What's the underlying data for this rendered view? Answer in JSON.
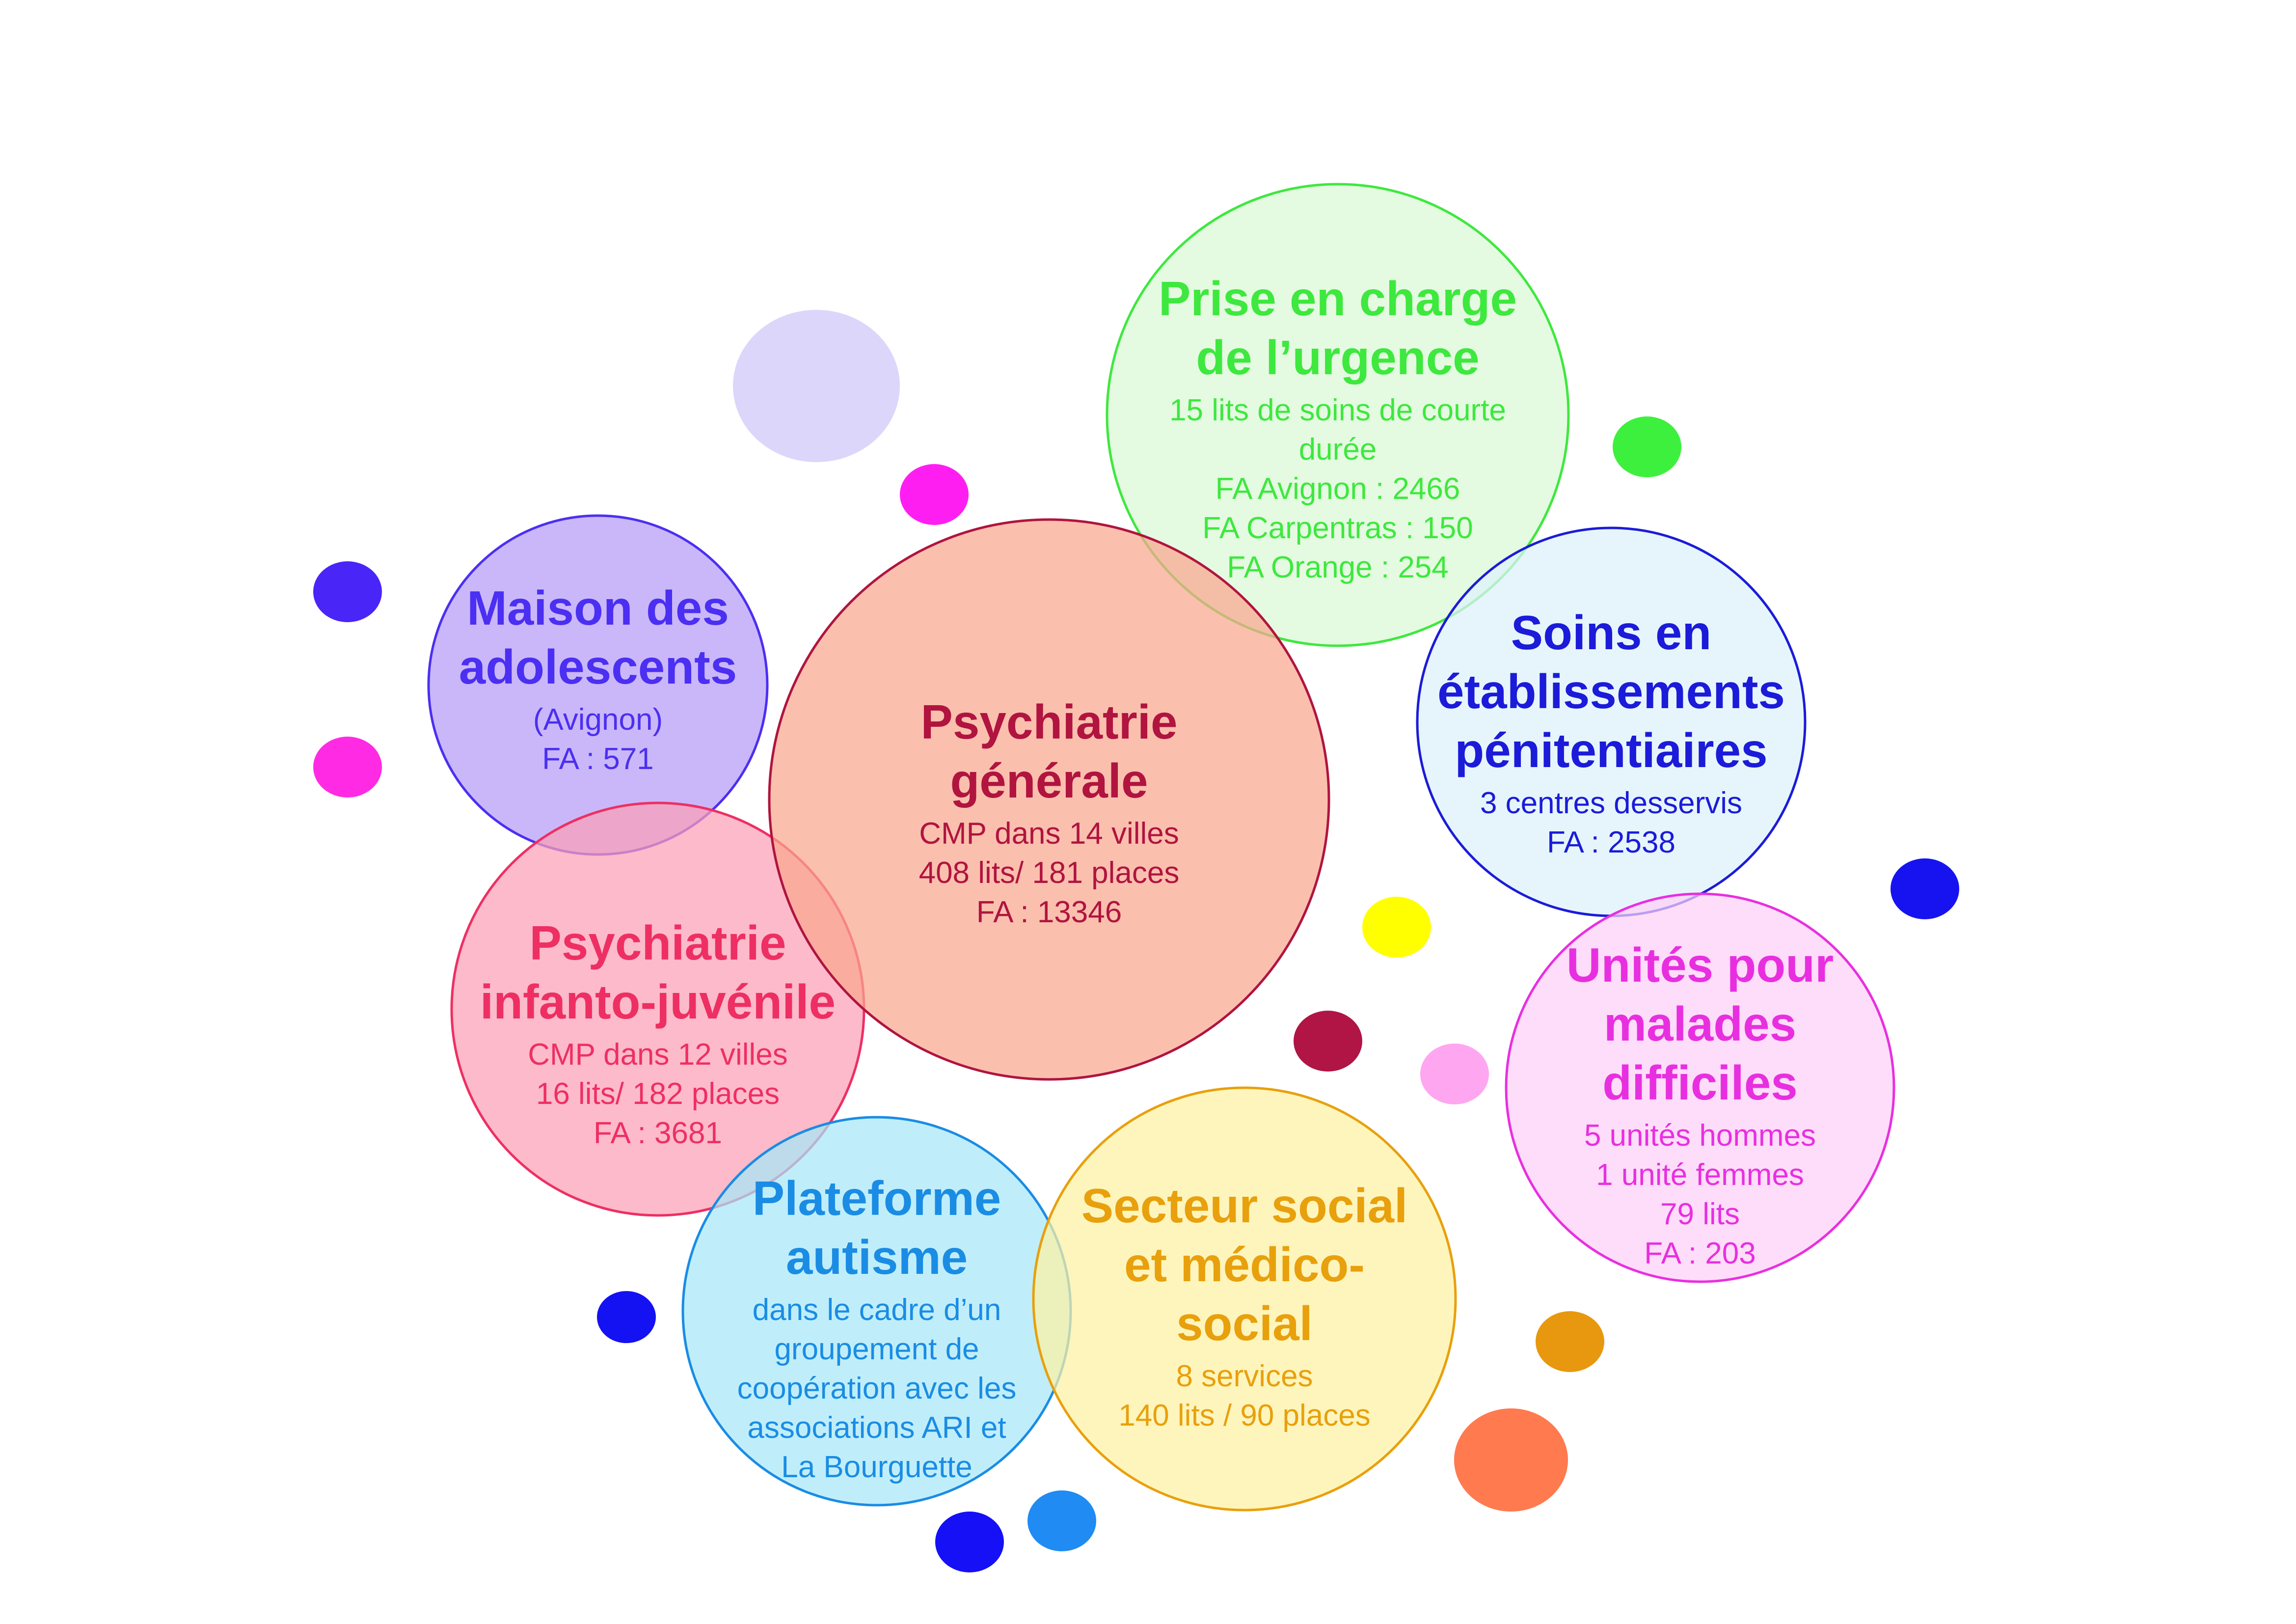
{
  "diagram": {
    "bubbles": [
      {
        "id": "urgence",
        "color": "#3ee83e",
        "fill": "#d9f8d6",
        "title": [
          "Prise en charge",
          "de l’urgence"
        ],
        "body": [
          "15 lits de soins de courte",
          "durée",
          "FA Avignon : 2466",
          "FA Carpentras : 150",
          "FA Orange : 254"
        ]
      },
      {
        "id": "maison-adolescents",
        "color": "#4b2ff2",
        "fill": "#b59bf7",
        "title": [
          "Maison des",
          "adolescents"
        ],
        "body": [
          "(Avignon)",
          "FA : 571"
        ]
      },
      {
        "id": "infanto-juvenile",
        "color": "#ee2f63",
        "fill": "#fb9fb5",
        "title": [
          "Psychiatrie",
          "infanto-juvénile"
        ],
        "body": [
          "CMP dans 12 villes",
          "16 lits/ 182 places",
          "FA : 3681"
        ]
      },
      {
        "id": "psychiatrie-generale",
        "color": "#b0143f",
        "fill": "#f9a68f",
        "title": [
          "Psychiatrie",
          "générale"
        ],
        "body": [
          "CMP dans 14 villes",
          "408 lits/ 181 places",
          "FA : 13346"
        ]
      },
      {
        "id": "penitentiaires",
        "color": "#1b1bd9",
        "fill": "#dcf1f9",
        "title": [
          "Soins en",
          "établissements",
          "pénitentiaires"
        ],
        "body": [
          "3 centres desservis",
          "FA : 2538"
        ]
      },
      {
        "id": "malades-difficiles",
        "color": "#e82fe0",
        "fill": "#fcd0f7",
        "title": [
          "Unités pour",
          "malades",
          "difficiles"
        ],
        "body": [
          "5 unités hommes",
          "1 unité femmes",
          "79 lits",
          "FA : 203"
        ]
      },
      {
        "id": "autisme",
        "color": "#1a8ce4",
        "fill": "#a6e7f8",
        "title": [
          "Plateforme",
          "autisme"
        ],
        "body": [
          "dans le cadre d’un",
          "groupement de",
          "coopération avec les",
          "associations ARI et",
          "La Bourguette"
        ]
      },
      {
        "id": "medico-social",
        "color": "#e8a00c",
        "fill": "#fdf1a2",
        "title": [
          "Secteur social",
          "et médico-",
          "social"
        ],
        "body": [
          "8 services",
          "140 lits / 90 places"
        ]
      }
    ],
    "dots": [
      {
        "id": "lavender",
        "color": "#dcd6fb"
      },
      {
        "id": "magenta-top",
        "color": "#ff1ef2"
      },
      {
        "id": "green",
        "color": "#3ef03e"
      },
      {
        "id": "blue-left",
        "color": "#4a25f7"
      },
      {
        "id": "magenta-left",
        "color": "#ff2be4"
      },
      {
        "id": "blue-right",
        "color": "#1613f0"
      },
      {
        "id": "yellow",
        "color": "#ffff00"
      },
      {
        "id": "crimson",
        "color": "#b01545"
      },
      {
        "id": "pink",
        "color": "#ffa6f1"
      },
      {
        "id": "blue-bottom-left",
        "color": "#1412f2"
      },
      {
        "id": "orange",
        "color": "#e8980f"
      },
      {
        "id": "coral",
        "color": "#ff7a4e"
      },
      {
        "id": "sky",
        "color": "#1f8bf3"
      },
      {
        "id": "blue-bottom",
        "color": "#1510f5"
      }
    ]
  }
}
